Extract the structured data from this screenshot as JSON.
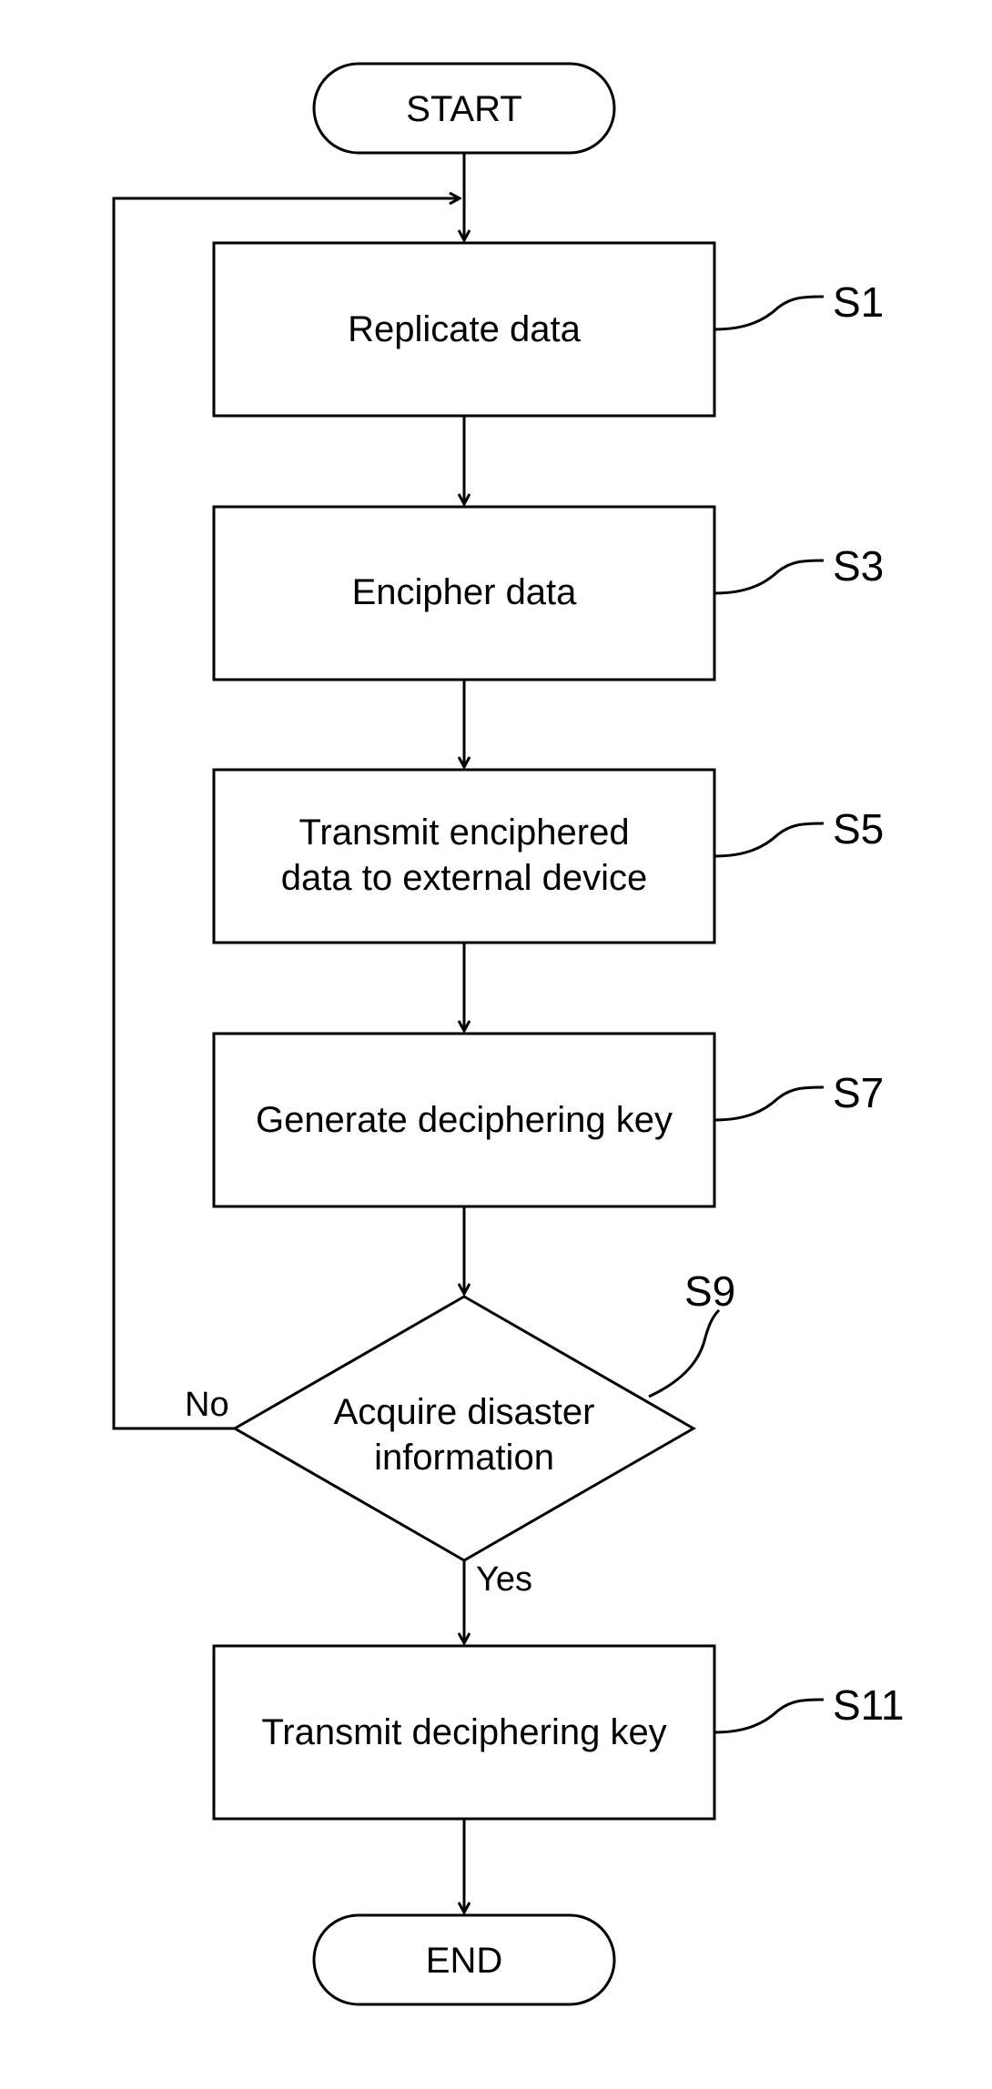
{
  "flowchart": {
    "start": "START",
    "end": "END",
    "steps": {
      "s1": {
        "id": "S1",
        "label": "Replicate data"
      },
      "s3": {
        "id": "S3",
        "label": "Encipher data"
      },
      "s5": {
        "id": "S5",
        "label_line1": "Transmit enciphered",
        "label_line2": "data to external device"
      },
      "s7": {
        "id": "S7",
        "label": "Generate deciphering key"
      },
      "s9": {
        "id": "S9",
        "label_line1": "Acquire disaster",
        "label_line2": "information"
      },
      "s11": {
        "id": "S11",
        "label": "Transmit deciphering key"
      }
    },
    "branches": {
      "no": "No",
      "yes": "Yes"
    }
  }
}
